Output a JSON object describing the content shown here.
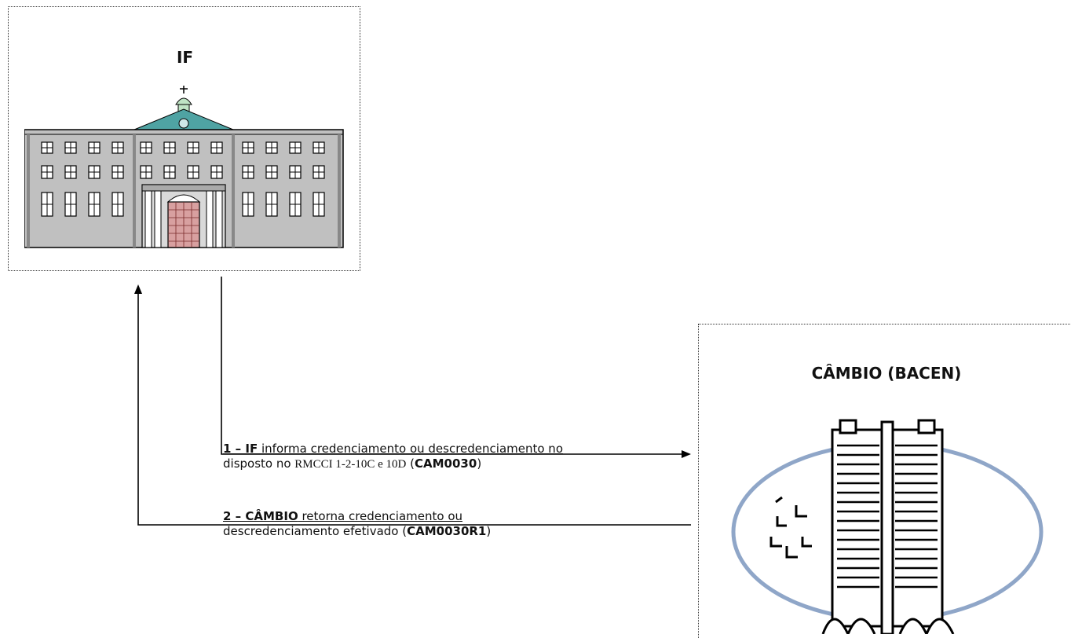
{
  "if_box": {
    "title": "IF"
  },
  "cambio_box": {
    "title": "CÂMBIO (BACEN)"
  },
  "messages": [
    {
      "step": "1 – IF",
      "text_a": " informa credenciamento ou descredenciamento no",
      "text_b": "disposto no ",
      "reference": "RMCCI 1-2-10C e 10D",
      "text_c": " (",
      "code": "CAM0030",
      "text_d": ")"
    },
    {
      "step": "2 – CÂMBIO",
      "text_a": " retorna credenciamento ou",
      "text_b": "descredenciamento efetivado (",
      "code": "CAM0030R1",
      "text_d": ")"
    }
  ],
  "colors": {
    "building_wall": "#c0c0c0",
    "building_roof": "#4fa3a3",
    "door": "#d8a0a0",
    "ellipse": "#8fa6c8",
    "line": "#000000"
  }
}
